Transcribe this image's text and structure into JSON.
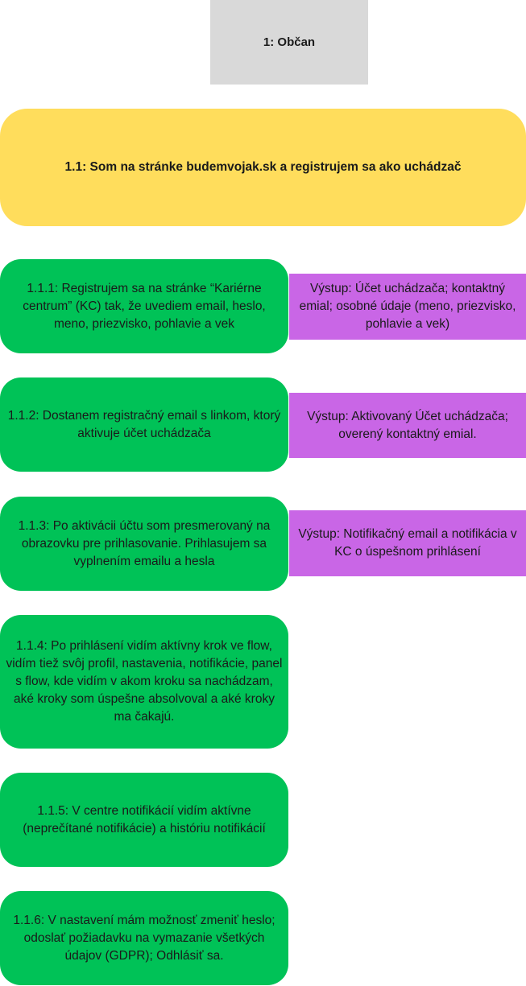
{
  "actor": {
    "label": "1: Občan"
  },
  "goal": {
    "label": "1.1: Som na stránke budemvojak.sk a registrujem sa ako uchádzač"
  },
  "steps": [
    {
      "label": "1.1.1: Registrujem sa na stránke “Kariérne centrum” (KC) tak, že uvediem email, heslo, meno, priezvisko, pohlavie a vek"
    },
    {
      "label": "1.1.2: Dostanem registračný email s linkom, ktorý aktivuje účet uchádzača"
    },
    {
      "label": "1.1.3: Po aktivácii účtu som presmerovaný na obrazovku pre prihlasovanie. Prihlasujem sa vyplnením emailu a hesla"
    },
    {
      "label": "1.1.4: Po prihlásení vidím aktívny krok ve flow, vidím tiež svôj profil, nastavenia, notifikácie, panel s flow, kde vidím v akom kroku sa nachádzam, aké kroky som úspešne absolvoval a aké kroky ma čakajú."
    },
    {
      "label": "1.1.5: V centre notifikácií vidím aktívne (neprečítané notifikácie) a históriu notifikácií"
    },
    {
      "label": "1.1.6: V nastavení mám možnosť zmeniť heslo; odoslať požiadavku na vymazanie všetkých údajov (GDPR); Odhlásiť sa."
    }
  ],
  "outputs": [
    {
      "label": "Výstup: Účet uchádzača; kontaktný emial; osobné údaje (meno, priezvisko, pohlavie a vek)"
    },
    {
      "label": "Výstup: Aktivovaný Účet uchádzača; overený kontaktný emial."
    },
    {
      "label": "Výstup: Notifikačný email a notifikácia v KC o úspešnom prihlásení"
    }
  ],
  "colors": {
    "actor": "#d9d9d9",
    "goal": "#ffdd5c",
    "step": "#00c257",
    "output": "#c966e6"
  }
}
